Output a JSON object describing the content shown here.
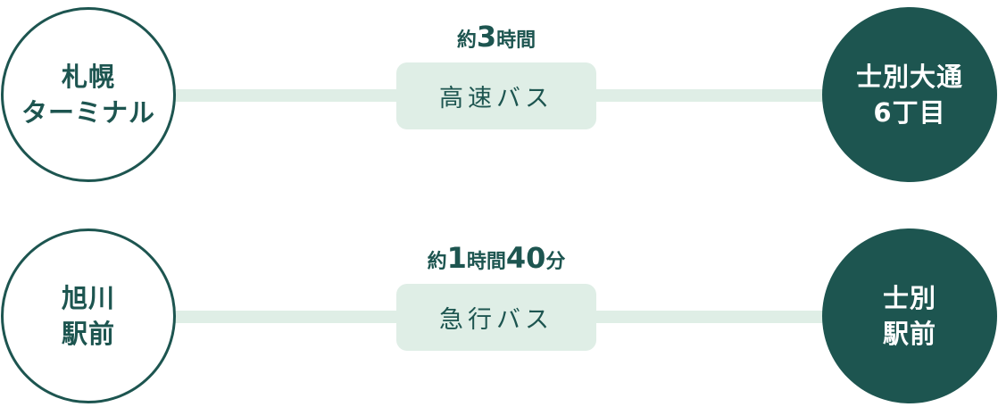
{
  "colors": {
    "primary": "#1d5550",
    "light_green": "#dfeee6",
    "background": "#ffffff"
  },
  "routes": [
    {
      "origin": {
        "label": "札幌\nターミナル"
      },
      "duration": {
        "prefix": "約",
        "hours": "3",
        "hours_unit": "時間",
        "minutes": "",
        "minutes_unit": "",
        "full": "約3時間"
      },
      "mode": {
        "label": "高速バス"
      },
      "destination": {
        "label": "士別大通\n6丁目"
      }
    },
    {
      "origin": {
        "label": "旭川\n駅前"
      },
      "duration": {
        "prefix": "約",
        "hours": "1",
        "hours_unit": "時間",
        "minutes": "40",
        "minutes_unit": "分",
        "full": "約1時間40分"
      },
      "mode": {
        "label": "急行バス"
      },
      "destination": {
        "label": "士別\n駅前"
      }
    }
  ]
}
